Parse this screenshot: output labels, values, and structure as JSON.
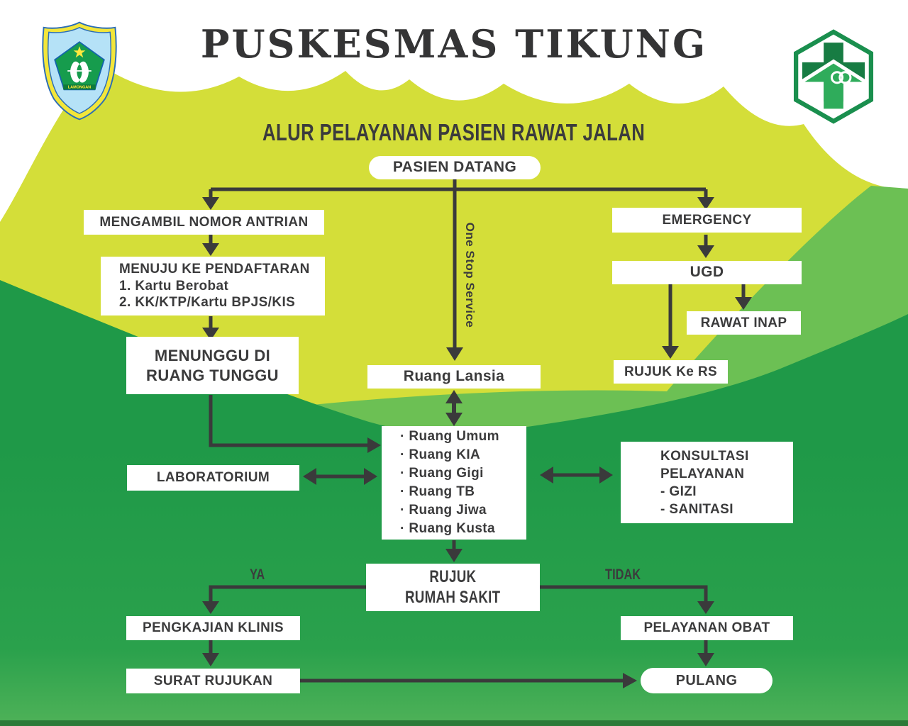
{
  "header": {
    "title": "PUSKESMAS TIKUNG",
    "subtitle": "ALUR PELAYANAN PASIEN RAWAT JALAN"
  },
  "logos": {
    "left_name": "lamongan-regency-crest",
    "left_banner": "LAMONGAN",
    "right_name": "puskesmas-green-cross"
  },
  "nodes": {
    "pasien_datang": "PASIEN DATANG",
    "mengambil": "MENGAMBIL NOMOR ANTRIAN",
    "menuju_title": "MENUJU KE PENDAFTARAN",
    "menuju_item1": "1. Kartu Berobat",
    "menuju_item2": "2. KK/KTP/Kartu BPJS/KIS",
    "menunggu_line1": "MENUNGGU DI",
    "menunggu_line2": "RUANG TUNGGU",
    "emergency": "EMERGENCY",
    "ugd": "UGD",
    "rawat_inap": "RAWAT INAP",
    "rujuk_ke_rs": "RUJUK Ke RS",
    "one_stop_service": "One Stop Service",
    "ruang_lansia": "Ruang Lansia",
    "bullet": "·",
    "rooms": [
      "Ruang Umum",
      "Ruang KIA",
      "Ruang Gigi",
      "Ruang TB",
      "Ruang Jiwa",
      "Ruang Kusta"
    ],
    "laboratorium": "LABORATORIUM",
    "konsultasi_line1": "KONSULTASI",
    "konsultasi_line2": "PELAYANAN",
    "konsultasi_item1": "- GIZI",
    "konsultasi_item2": "- SANITASI",
    "rujuk_rs_line1": "RUJUK",
    "rujuk_rs_line2": "RUMAH SAKIT",
    "branch_yes": "YA",
    "branch_no": "TIDAK",
    "pengkajian": "PENGKAJIAN KLINIS",
    "surat_rujukan": "SURAT RUJUKAN",
    "pelayanan_obat": "PELAYANAN OBAT",
    "pulang": "PULANG"
  },
  "colors": {
    "yellow_green": "#d4de39",
    "light_green": "#6cc054",
    "dark_green": "#1f9948",
    "bottom_green": "#4fb258",
    "bottom_strip": "#2c7a38",
    "line": "#3a3a3b",
    "text": "#3b3b3c"
  }
}
